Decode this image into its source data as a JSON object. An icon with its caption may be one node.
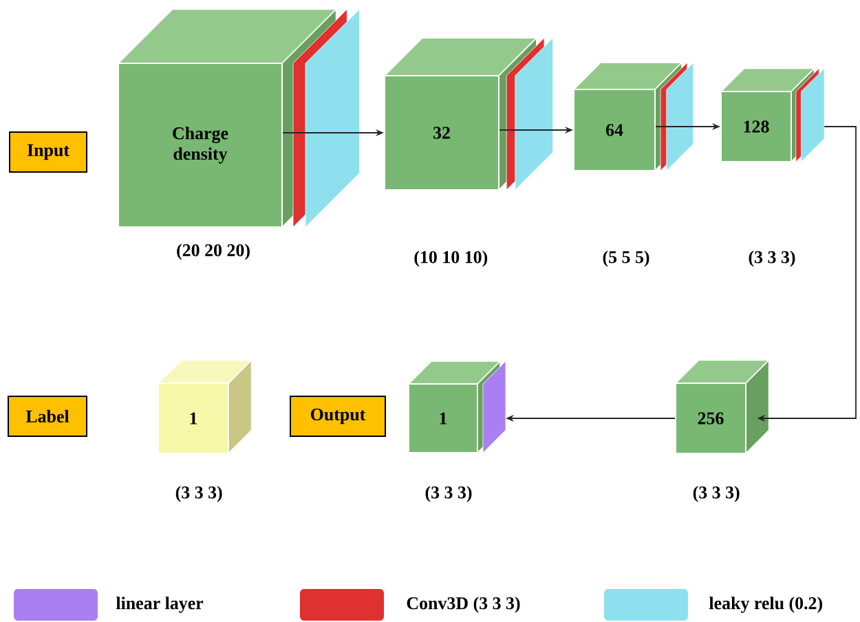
{
  "diagram": {
    "nodes": [
      {
        "text": [
          "Input"
        ]
      },
      {
        "text": [
          "Charge density"
        ],
        "beside": [
          "(20 20 20)"
        ]
      },
      {
        "text": [
          "32"
        ],
        "beside": [
          "(10 10 10)"
        ]
      },
      {
        "text": [
          "64"
        ]
      },
      {
        "text": [
          "128"
        ]
      },
      {
        "text": [
          "Label"
        ]
      },
      {
        "text": [
          "1"
        ],
        "beside": [
          "(3 3 3)"
        ]
      },
      {
        "text": [
          "Output"
        ]
      },
      {
        "text": [
          "1"
        ],
        "beside": [
          "(3 3 3)"
        ]
      },
      {
        "text": [
          "256"
        ],
        "beside": [
          "(3 3 3)"
        ]
      }
    ],
    "edges": [
      {
        "from": 1,
        "to": 2,
        "arrow": "to"
      },
      {
        "from": 2,
        "to": 3,
        "arrow": "to"
      },
      {
        "from": 3,
        "to": 4,
        "arrow": "to"
      },
      {
        "from": 4,
        "to": 9,
        "arrow": "to"
      },
      {
        "from": 9,
        "to": 8,
        "arrow": "to"
      }
    ],
    "labels": [
      "(5 5 5)",
      "(3 3 3)"
    ],
    "legend": [
      {
        "text": "linear layer",
        "color": "#a97ff2"
      },
      {
        "text": "Conv3D (3 3 3)",
        "color": "#e03131"
      },
      {
        "text": "leaky relu (0.2)",
        "color": "#8fe0ee"
      }
    ]
  }
}
